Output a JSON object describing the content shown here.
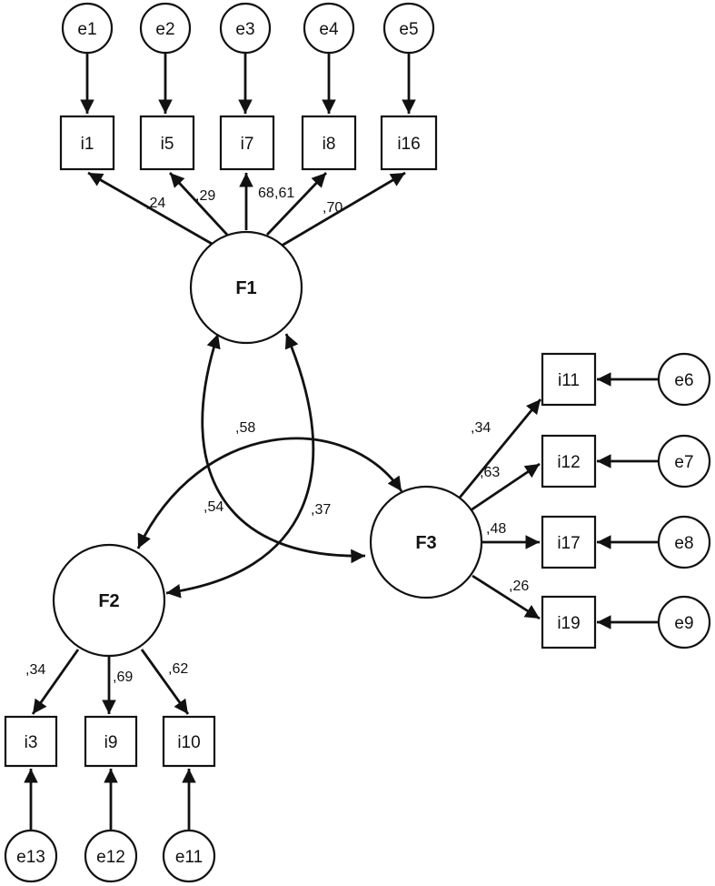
{
  "factors": {
    "F1": {
      "label": "F1"
    },
    "F2": {
      "label": "F2"
    },
    "F3": {
      "label": "F3"
    }
  },
  "items": {
    "i1": "i1",
    "i5": "i5",
    "i7": "i7",
    "i8": "i8",
    "i16": "i16",
    "i11": "i11",
    "i12": "i12",
    "i17": "i17",
    "i19": "i19",
    "i3": "i3",
    "i9": "i9",
    "i10": "i10"
  },
  "errors": {
    "e1": "e1",
    "e2": "e2",
    "e3": "e3",
    "e4": "e4",
    "e5": "e5",
    "e6": "e6",
    "e7": "e7",
    "e8": "e8",
    "e9": "e9",
    "e11": "e11",
    "e12": "e12",
    "e13": "e13"
  },
  "loadings": {
    "F1_i1": ",24",
    "F1_i5": ",29",
    "F1_i7": "68",
    "F1_i8": ",61",
    "F1_i16": ",70",
    "F3_i11": ",34",
    "F3_i12": ",63",
    "F3_i17": ",48",
    "F3_i19": ",26",
    "F2_i3": ",34",
    "F2_i9": ",69",
    "F2_i10": ",62"
  },
  "correlations": {
    "F2_F3": ",58",
    "F1_F3": ",54",
    "F1_F2": ",37"
  }
}
